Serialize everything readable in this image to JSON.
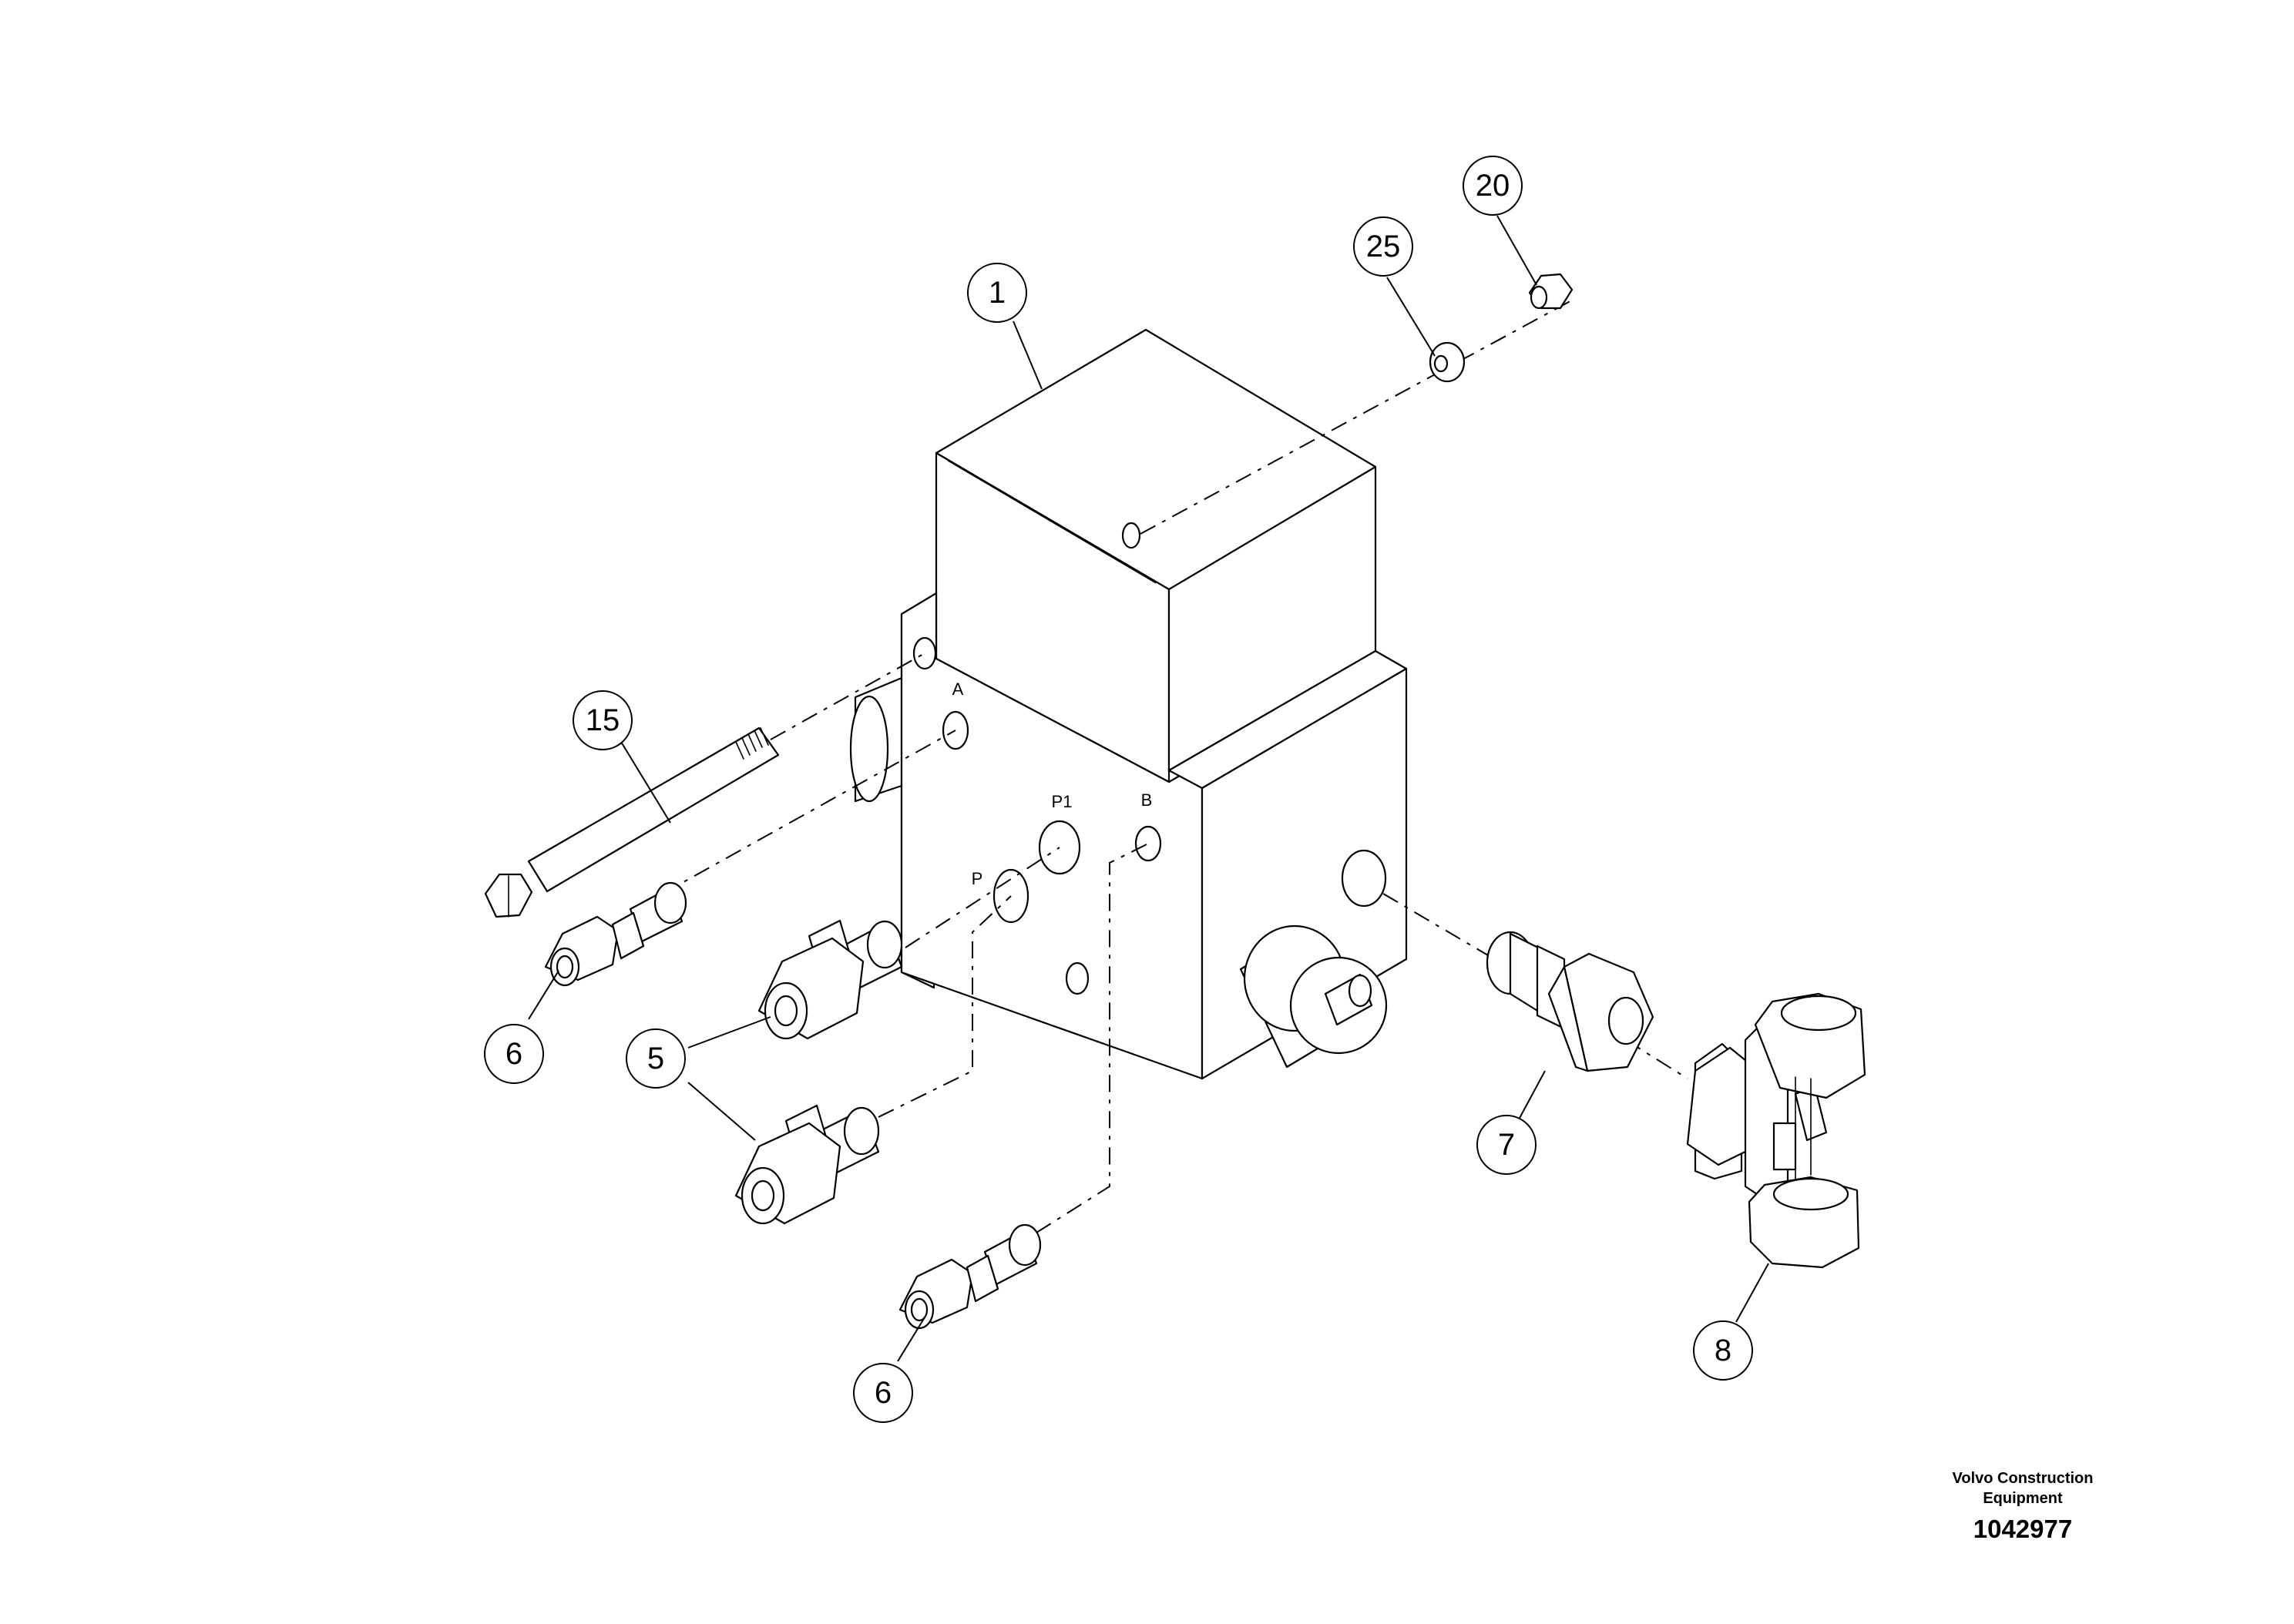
{
  "diagram": {
    "balloons": [
      {
        "id": "b1",
        "label": "1"
      },
      {
        "id": "b20",
        "label": "20"
      },
      {
        "id": "b25",
        "label": "25"
      },
      {
        "id": "b15",
        "label": "15"
      },
      {
        "id": "b6a",
        "label": "6"
      },
      {
        "id": "b5",
        "label": "5"
      },
      {
        "id": "b7",
        "label": "7"
      },
      {
        "id": "b8",
        "label": "8"
      },
      {
        "id": "b6b",
        "label": "6"
      }
    ],
    "port_labels": {
      "a": "A",
      "p1": "P1",
      "b": "B",
      "p": "P"
    }
  },
  "footer": {
    "brand_line1": "Volvo Construction",
    "brand_line2": "Equipment",
    "drawing_number": "1042977"
  }
}
